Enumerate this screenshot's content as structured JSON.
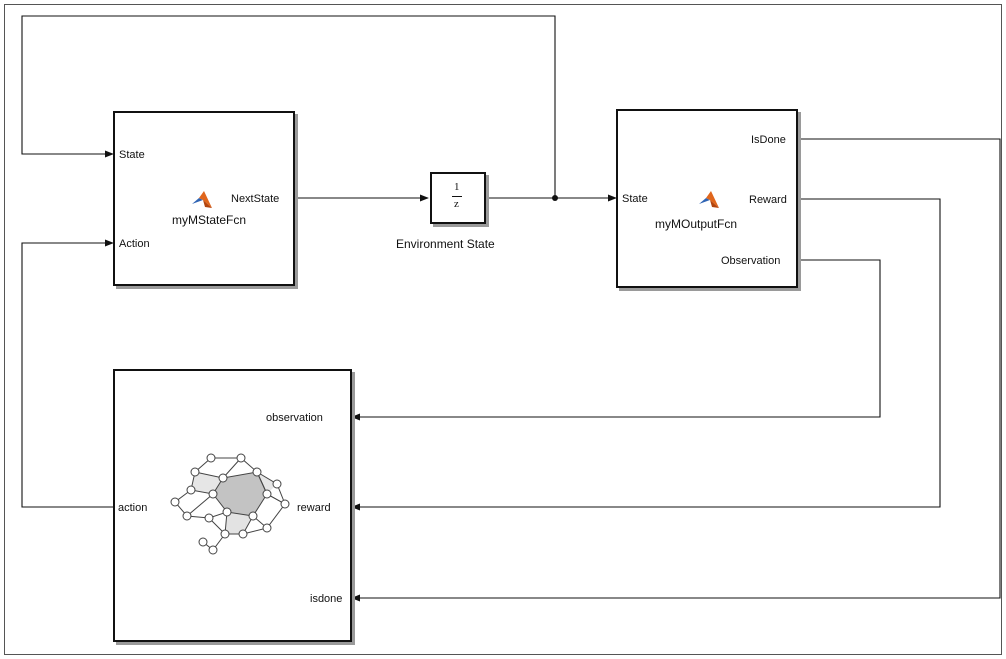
{
  "blocks": {
    "state_fcn": {
      "name": "myMStateFcn",
      "inputs": [
        "State",
        "Action"
      ],
      "outputs": [
        "NextState"
      ],
      "icon": "matlab-icon"
    },
    "unit_delay": {
      "name": "Environment State",
      "numerator": "1",
      "denominator": "z"
    },
    "output_fcn": {
      "name": "myMOutputFcn",
      "inputs": [
        "State"
      ],
      "outputs": [
        "IsDone",
        "Reward",
        "Observation"
      ],
      "icon": "matlab-icon"
    },
    "agent": {
      "inputs": [
        "observation",
        "reward",
        "isdone"
      ],
      "outputs": [
        "action"
      ],
      "icon": "neural-network-icon"
    }
  },
  "colors": {
    "line": "#111111",
    "block_border": "#111111",
    "shadow": "#9a9a9a",
    "matlab_orange": "#e0661c",
    "matlab_blue": "#2f64b4",
    "net_shade": "#b8b8b8"
  }
}
